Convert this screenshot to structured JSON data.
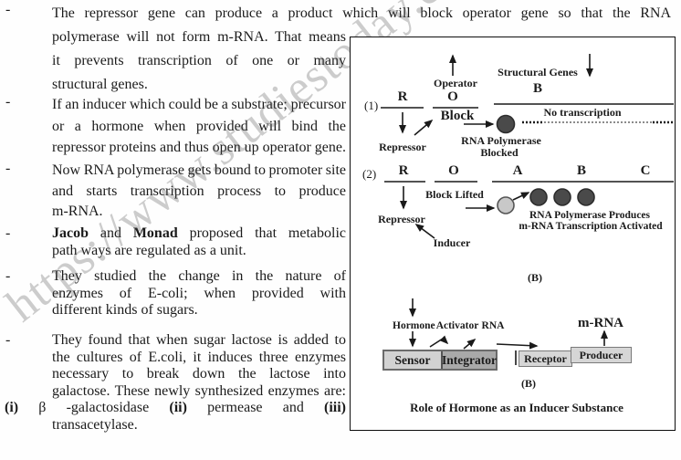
{
  "watermark": "https://www.studiestoday.com",
  "content": {
    "paragraphs": [
      {
        "marker": "-",
        "lines": [
          "The repressor gene can produce a product which will block operator gene so that the RNA",
          "polymerase will not form m-RNA. That means",
          "it prevents transcription of one or many",
          "structural genes."
        ]
      },
      {
        "marker": "-",
        "lines": [
          "If an inducer which could be a substrate; precursor",
          "or a hormone when provided will bind the",
          "repressor proteins and thus open up operator gene."
        ]
      },
      {
        "marker": "-",
        "lines": [
          "Now RNA polymerase gets bound to promoter site",
          "and starts transcription process to produce",
          "m-RNA."
        ]
      },
      {
        "marker": "-",
        "lines": [
          "<b>Jacob</b> and <b>Monad</b> proposed that metabolic",
          "path ways are regulated as a unit."
        ]
      },
      {
        "marker": "-",
        "lines": [
          "They studied the change in the nature of",
          "enzymes of E-coli; when provided with",
          "different kinds of sugars."
        ]
      },
      {
        "marker": "-",
        "lines": [
          "They found that when sugar lactose is added to",
          "the cultures of E.coli, it induces three enzymes",
          "necessary to break down the lactose into",
          "galactose. These newly synthesized enzymes are:"
        ]
      },
      {
        "marker": "",
        "lines": [
          "<b>(i)</b> β -galactosidase <b>(ii)</b> permease and <b>(iii)</b>",
          "transacetylase."
        ]
      }
    ]
  },
  "diagram": {
    "s1": {
      "num": "(1)",
      "r": "R",
      "repressor": "Repressor",
      "operator": "Operator",
      "o": "O",
      "block": "Block",
      "structural_genes": "Structural Genes",
      "b": "B",
      "no_transcription": "No transcription",
      "rna_polymerase": "RNA Polymerase",
      "blocked": "Blocked"
    },
    "s2": {
      "num": "(2)",
      "r": "R",
      "o": "O",
      "a": "A",
      "b": "B",
      "c": "C",
      "block_lifted": "Block Lifted",
      "repressor": "Repressor",
      "inducer": "Inducer",
      "produces_line1": "RNA Polymerase Produces",
      "produces_line2": "m-RNA Transcription Activated",
      "b_label": "(B)"
    },
    "s3": {
      "hormone": "Hormone",
      "activator": "Activator",
      "rna": "RNA",
      "sensor": "Sensor",
      "integrator": "Integrator",
      "receptor": "Receptor",
      "producer": "Producer",
      "mrna": "m-RNA",
      "b_label": "(B)",
      "caption": "Role of Hormone as an Inducer Substance"
    }
  },
  "colors": {
    "dark_circle": "#4a4a4a",
    "light_circle": "#c8c8c8",
    "sensor_bg": "#d2d2d2",
    "integrator_bg": "#a9a9a9",
    "receptor_bg": "#d6d6d6"
  }
}
